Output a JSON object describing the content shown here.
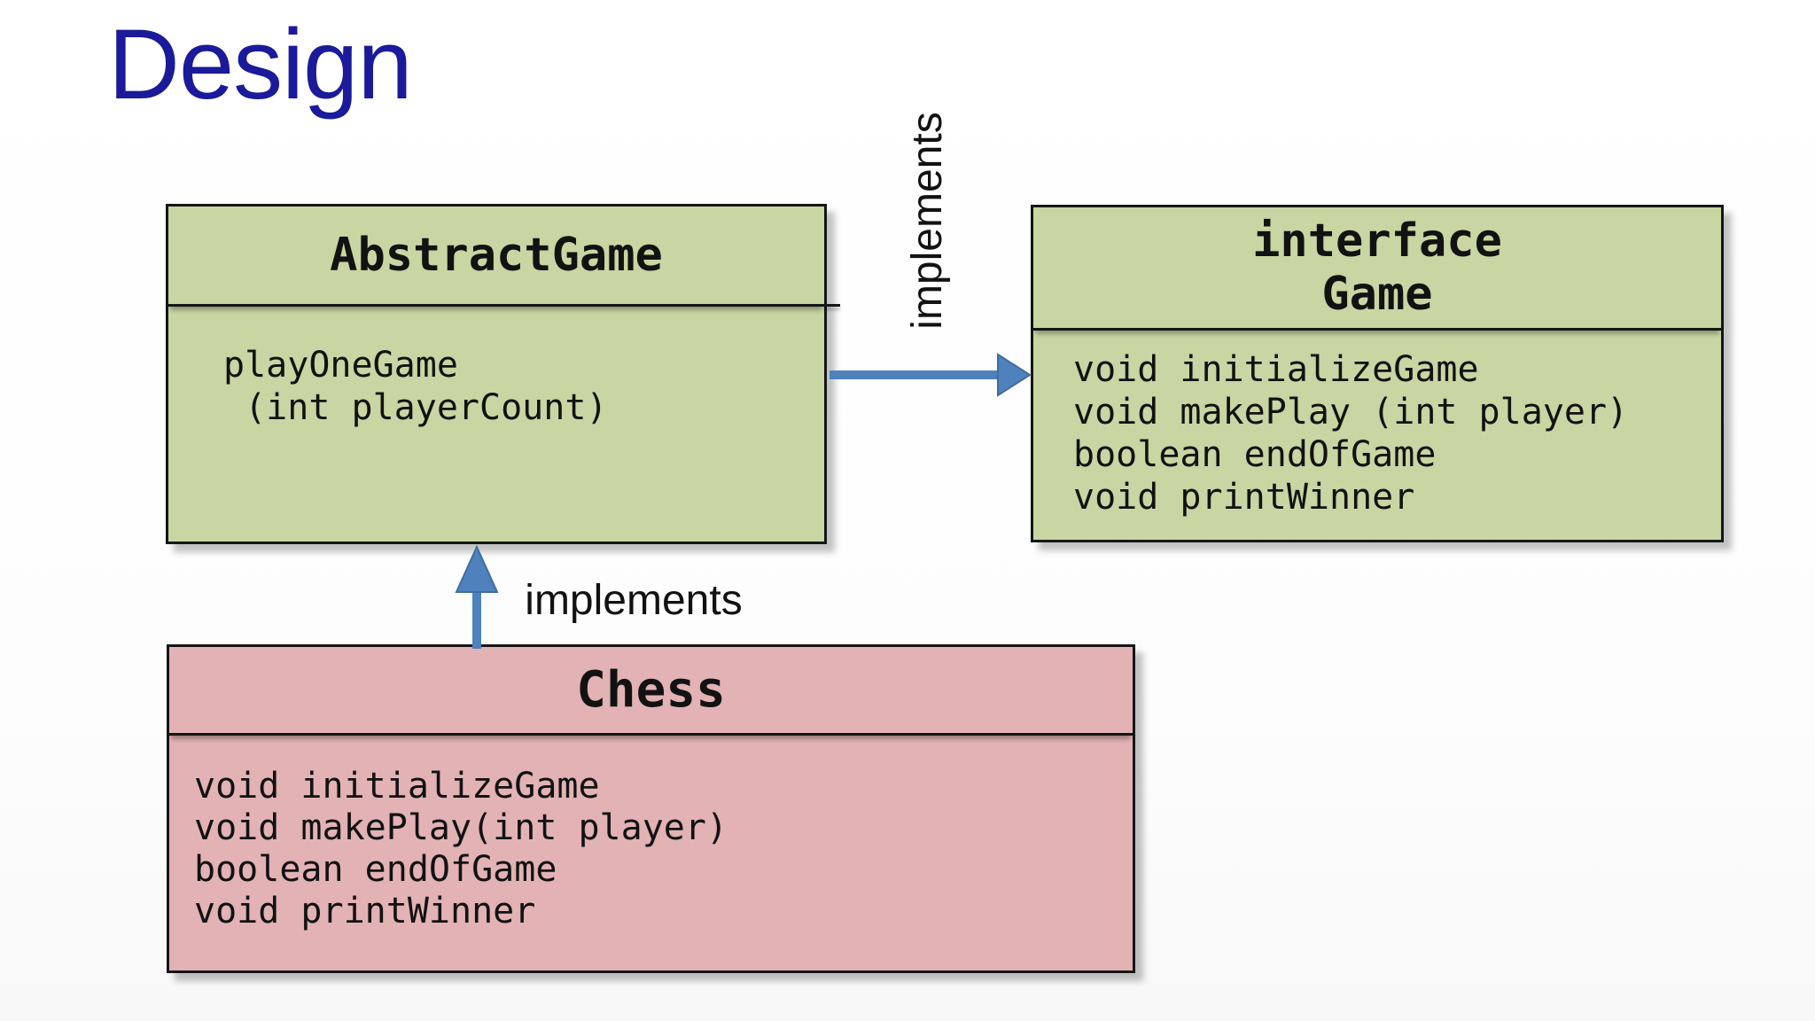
{
  "title": "Design",
  "colors": {
    "title_text": "#1a1a9b",
    "class_fill_green": "#c9d5a2",
    "class_fill_pink": "#e2b2b4",
    "box_border": "#161616",
    "arrow_blue": "#4f81bd",
    "label_text": "#121212"
  },
  "classes": {
    "abstract_game": {
      "name": "AbstractGame",
      "members": [
        "playOneGame",
        " (int playerCount)"
      ]
    },
    "game_interface": {
      "stereotype": "interface",
      "name": "Game",
      "members": [
        "void initializeGame",
        "void makePlay (int player)",
        "boolean endOfGame",
        "void printWinner"
      ]
    },
    "chess": {
      "name": "Chess",
      "members": [
        "void initializeGame",
        "void makePlay(int player)",
        "boolean endOfGame",
        "void printWinner"
      ]
    }
  },
  "relations": {
    "abstract_implements_game": {
      "label": "implements",
      "from": "AbstractGame",
      "to": "Game",
      "direction": "right"
    },
    "chess_implements_abstract": {
      "label": "implements",
      "from": "Chess",
      "to": "AbstractGame",
      "direction": "up"
    }
  }
}
